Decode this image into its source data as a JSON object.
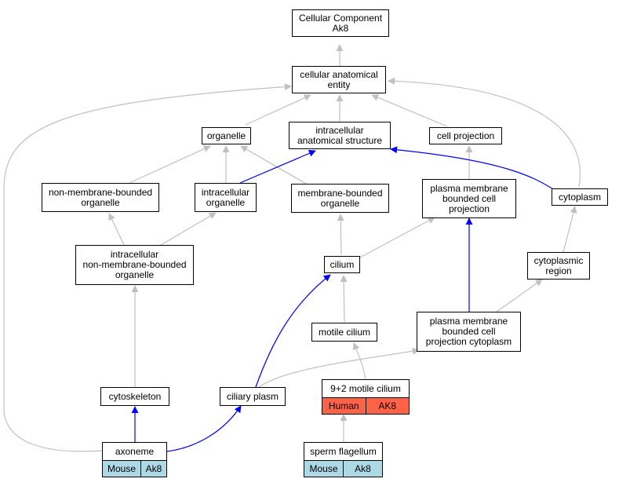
{
  "colors": {
    "is_a": "#c0c0c0",
    "part_of": "#0000ff",
    "human": "#ff6347",
    "mouse": "#add8e6"
  },
  "nodes": {
    "root": "Cellular Component\nAk8",
    "cae": "cellular anatomical\nentity",
    "organelle": "organelle",
    "ias": "intracellular\nanatomical structure",
    "cellproj": "cell projection",
    "nmbo": "non-membrane-bounded\norganelle",
    "intraorg": "intracellular\norganelle",
    "mbo": "membrane-bounded\norganelle",
    "pmbcp": "plasma membrane\nbounded cell\nprojection",
    "cytoplasm": "cytoplasm",
    "inmbo": "intracellular\nnon-membrane-bounded\norganelle",
    "cilium": "cilium",
    "cytoregion": "cytoplasmic\nregion",
    "motile": "motile cilium",
    "pmbcpc": "plasma membrane\nbounded cell\nprojection cytoplasm",
    "cytoskeleton": "cytoskeleton",
    "ciliary": "ciliary plasm",
    "nineplus2": "9+2 motile cilium",
    "axoneme": "axoneme",
    "sperm": "sperm flagellum"
  },
  "annotations": {
    "nineplus2": [
      "Human",
      "AK8"
    ],
    "axoneme": [
      "Mouse",
      "Ak8"
    ],
    "sperm": [
      "Mouse",
      "Ak8"
    ]
  }
}
